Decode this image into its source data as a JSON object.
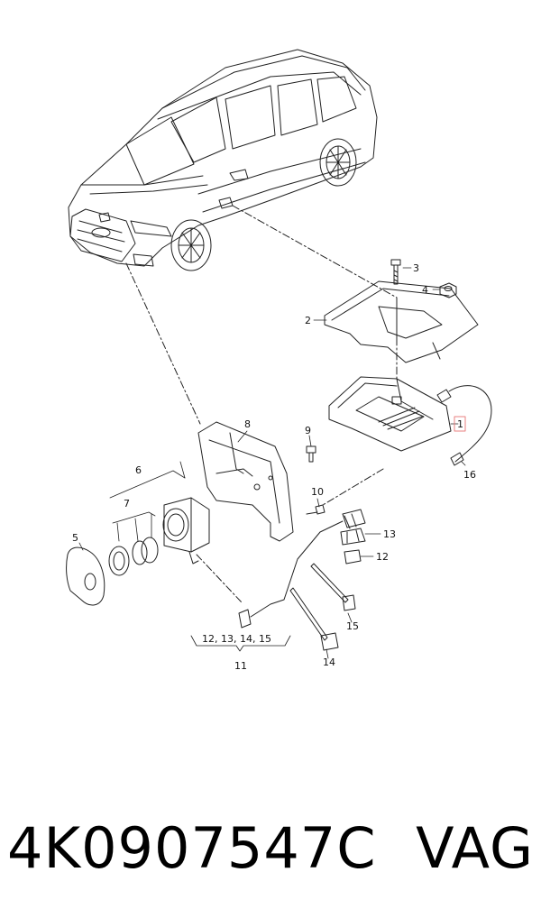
{
  "labels": {
    "l1": "1",
    "l2": "2",
    "l3": "3",
    "l4": "4",
    "l5": "5",
    "l6": "6",
    "l7": "7",
    "l8": "8",
    "l9": "9",
    "l10": "10",
    "l11": "11",
    "l12": "12",
    "l13": "13",
    "l14": "14",
    "l15": "15",
    "l16": "16",
    "l_group": "12, 13, 14, 15"
  },
  "caption": {
    "part_number": "4K0907547C",
    "brand": "VAG"
  },
  "colors": {
    "line": "#222222",
    "highlight": "#e88080"
  }
}
